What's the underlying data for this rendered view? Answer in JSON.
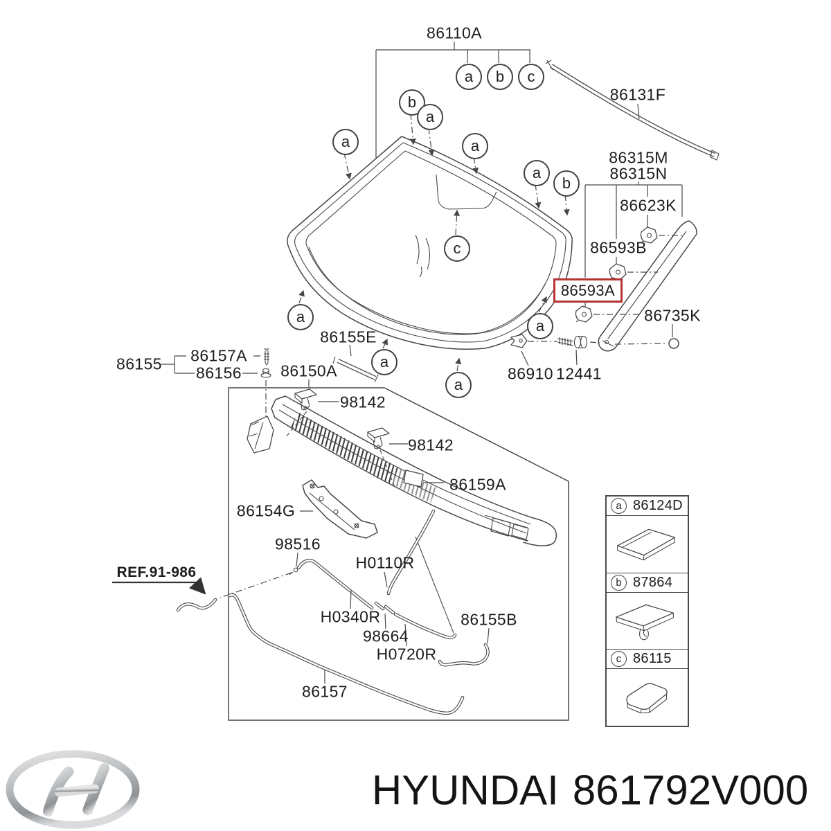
{
  "page": {
    "background": "#ffffff",
    "line_color": "#474747",
    "highlight_color": "#b43431"
  },
  "letters": {
    "a": "a",
    "b": "b",
    "c": "c"
  },
  "labels": {
    "l86110A": "86110A",
    "l86131F": "86131F",
    "l86315M": "86315M",
    "l86315N": "86315N",
    "l86623K": "86623K",
    "l86593B": "86593B",
    "l86593A": "86593A",
    "l86735K": "86735K",
    "l86910": "86910",
    "l12441": "12441",
    "l86155E": "86155E",
    "l86155": "86155",
    "l86157A": "86157A",
    "l86156": "86156",
    "l86150A": "86150A",
    "l98142_1": "98142",
    "l98142_2": "98142",
    "l86159A": "86159A",
    "l86154G": "86154G",
    "l98516": "98516",
    "lH0110R": "H0110R",
    "lREF": "REF.91-986",
    "lH0340R": "H0340R",
    "l98664": "98664",
    "lH0720R": "H0720R",
    "l86155B": "86155B",
    "l86157": "86157"
  },
  "highlighted_part": "86593A",
  "legend": {
    "rows": [
      {
        "letter": "a",
        "part": "86124D"
      },
      {
        "letter": "b",
        "part": "87864"
      },
      {
        "letter": "c",
        "part": "86115"
      }
    ]
  },
  "footer": {
    "brand": "HYUNDAI",
    "part_number": "861792V000"
  }
}
